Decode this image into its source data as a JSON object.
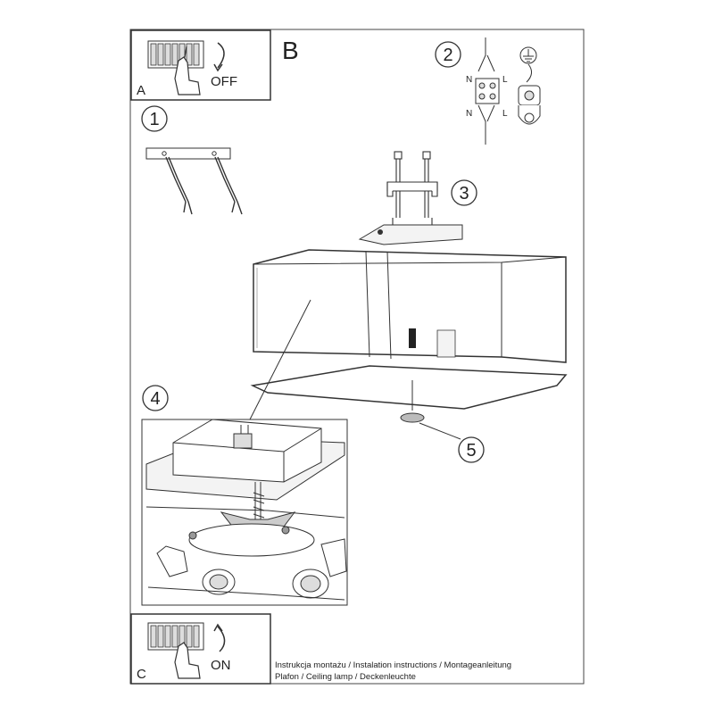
{
  "page": {
    "page_label": "B",
    "steps": [
      "1",
      "2",
      "3",
      "4",
      "5"
    ],
    "panel_a": {
      "letter": "A",
      "state": "OFF"
    },
    "panel_c": {
      "letter": "C",
      "state": "ON"
    },
    "wiring_labels": {
      "neutral": "N",
      "live": "L"
    },
    "footer": {
      "line1": "Instrukcja montażu / Instalation instructions / Montageanleitung",
      "line2": "Plafon / Ceiling lamp / Deckenleuchte"
    }
  },
  "colors": {
    "ink": "#222222",
    "shade": "#f3f3f3",
    "wire": "#555555"
  }
}
